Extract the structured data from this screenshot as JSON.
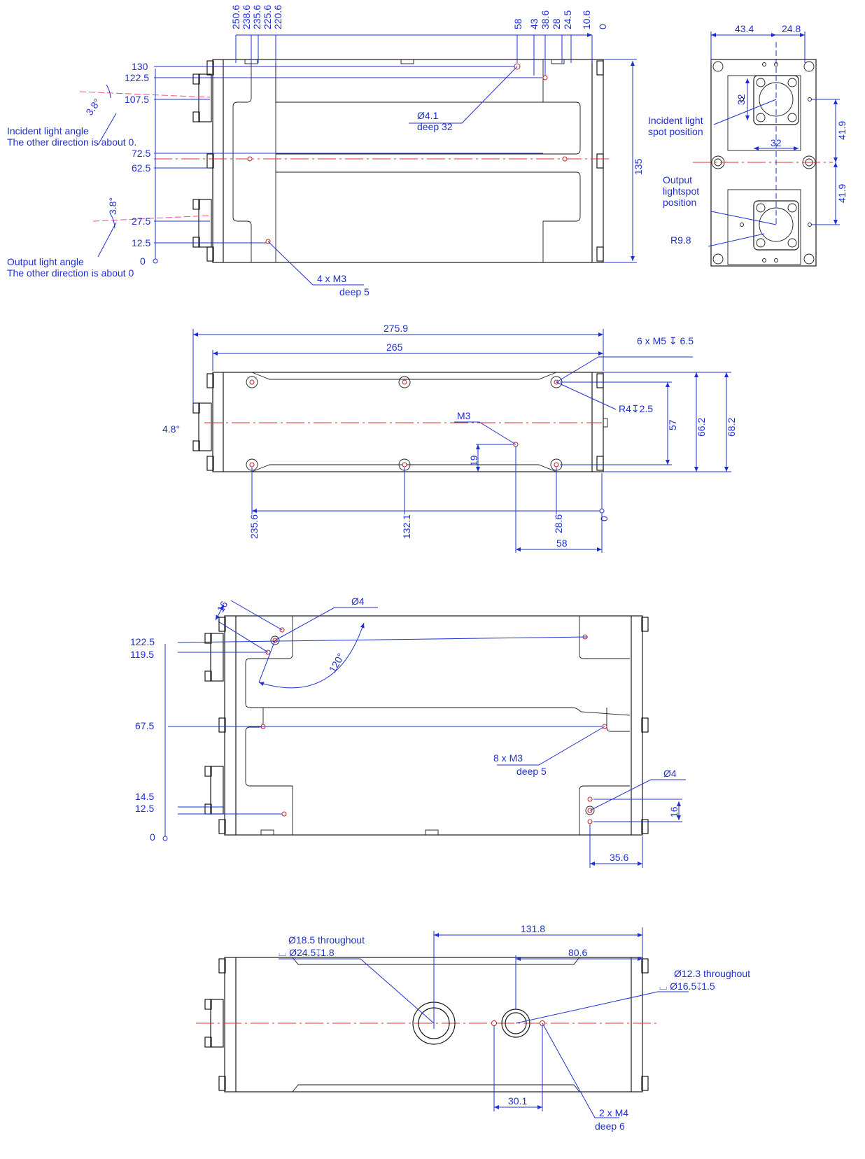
{
  "view1": {
    "top_dims": [
      "250.6",
      "238.6",
      "235.6",
      "225.6",
      "220.6",
      "58",
      "43",
      "38.6",
      "28",
      "24.5",
      "10.6",
      "0"
    ],
    "left_dims": [
      "130",
      "122.5",
      "107.5",
      "72.5",
      "62.5",
      "27.5",
      "12.5",
      "0"
    ],
    "incident_angle": "3.8°",
    "output_angle": "3.8°",
    "incident_note_1": "Incident light angle",
    "incident_note_2": "The other direction is about 0.",
    "output_note_1": "Output light angle",
    "output_note_2": "The other direction is about 0",
    "hole_dia": "Ø4.1",
    "hole_depth": "deep 32",
    "height": "135",
    "thread": "4 x  M3",
    "thread_depth": "deep 5"
  },
  "end_view": {
    "dim_a": "43.4",
    "dim_b": "24.8",
    "dim_c": "32",
    "dim_d": "32",
    "dim_e": "41.9",
    "dim_f": "41.9",
    "incident_label_1": "Incident light",
    "incident_label_2": "spot position",
    "output_label_1": "Output",
    "output_label_2": "lightspot",
    "output_label_3": "position",
    "radius": "R9.8"
  },
  "view2": {
    "overall": "275.9",
    "length": "265",
    "screws": "6 x M5 ↧ 6.5",
    "counterbore": "R4↧2.5",
    "angle": "4.8°",
    "m3": "M3",
    "dim_19": "19",
    "dim_57": "57",
    "dim_662": "66.2",
    "dim_682": "68.2",
    "bottom_dims": [
      "235.6",
      "132.1",
      "28.6",
      "0"
    ],
    "dim_58": "58"
  },
  "view3": {
    "dim_16": "16",
    "dia4_top": "Ø4",
    "angle": "120°",
    "left_dims": [
      "122.5",
      "119.5",
      "67.5",
      "14.5",
      "12.5",
      "0"
    ],
    "thread": "8 x  M3",
    "thread_depth": "deep 5",
    "dia4_bottom": "Ø4",
    "dim_16b": "16",
    "dim_356": "35.6"
  },
  "view4": {
    "big_hole_1": "Ø18.5 throughout",
    "big_hole_2": "⌴ Ø24.5↧1.8",
    "dim_1318": "131.8",
    "dim_806": "80.6",
    "small_hole_1": "Ø12.3 throughout",
    "small_hole_2": "⌴ Ø16.5↧1.5",
    "dim_301": "30.1",
    "thread": "2 x M4",
    "thread_depth": "deep 6"
  }
}
